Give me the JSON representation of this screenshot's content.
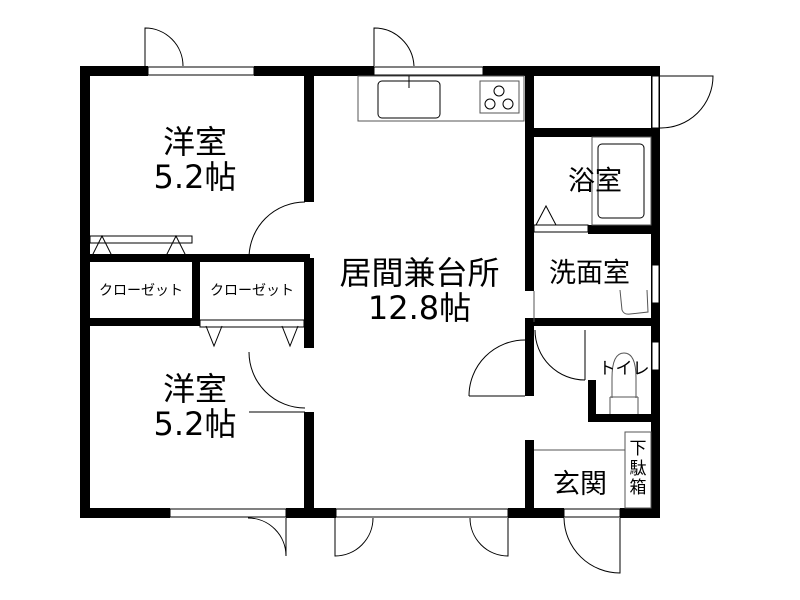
{
  "floorplan": {
    "rooms": [
      {
        "id": "western-room-1",
        "name": "洋室",
        "size": "5.2帖"
      },
      {
        "id": "western-room-2",
        "name": "洋室",
        "size": "5.2帖"
      },
      {
        "id": "living-kitchen",
        "name": "居間兼台所",
        "size": "12.8帖"
      },
      {
        "id": "bathroom",
        "name": "浴室"
      },
      {
        "id": "washroom",
        "name": "洗面室"
      },
      {
        "id": "toilet",
        "name": "トイレ"
      },
      {
        "id": "entrance",
        "name": "玄関"
      },
      {
        "id": "shoe-cabinet",
        "name": "下駄箱"
      },
      {
        "id": "closet-1",
        "name": "クローゼット"
      },
      {
        "id": "closet-2",
        "name": "クローゼット"
      }
    ],
    "colors": {
      "wall": "#000000",
      "background": "#ffffff",
      "fixture_line": "#555555"
    }
  }
}
